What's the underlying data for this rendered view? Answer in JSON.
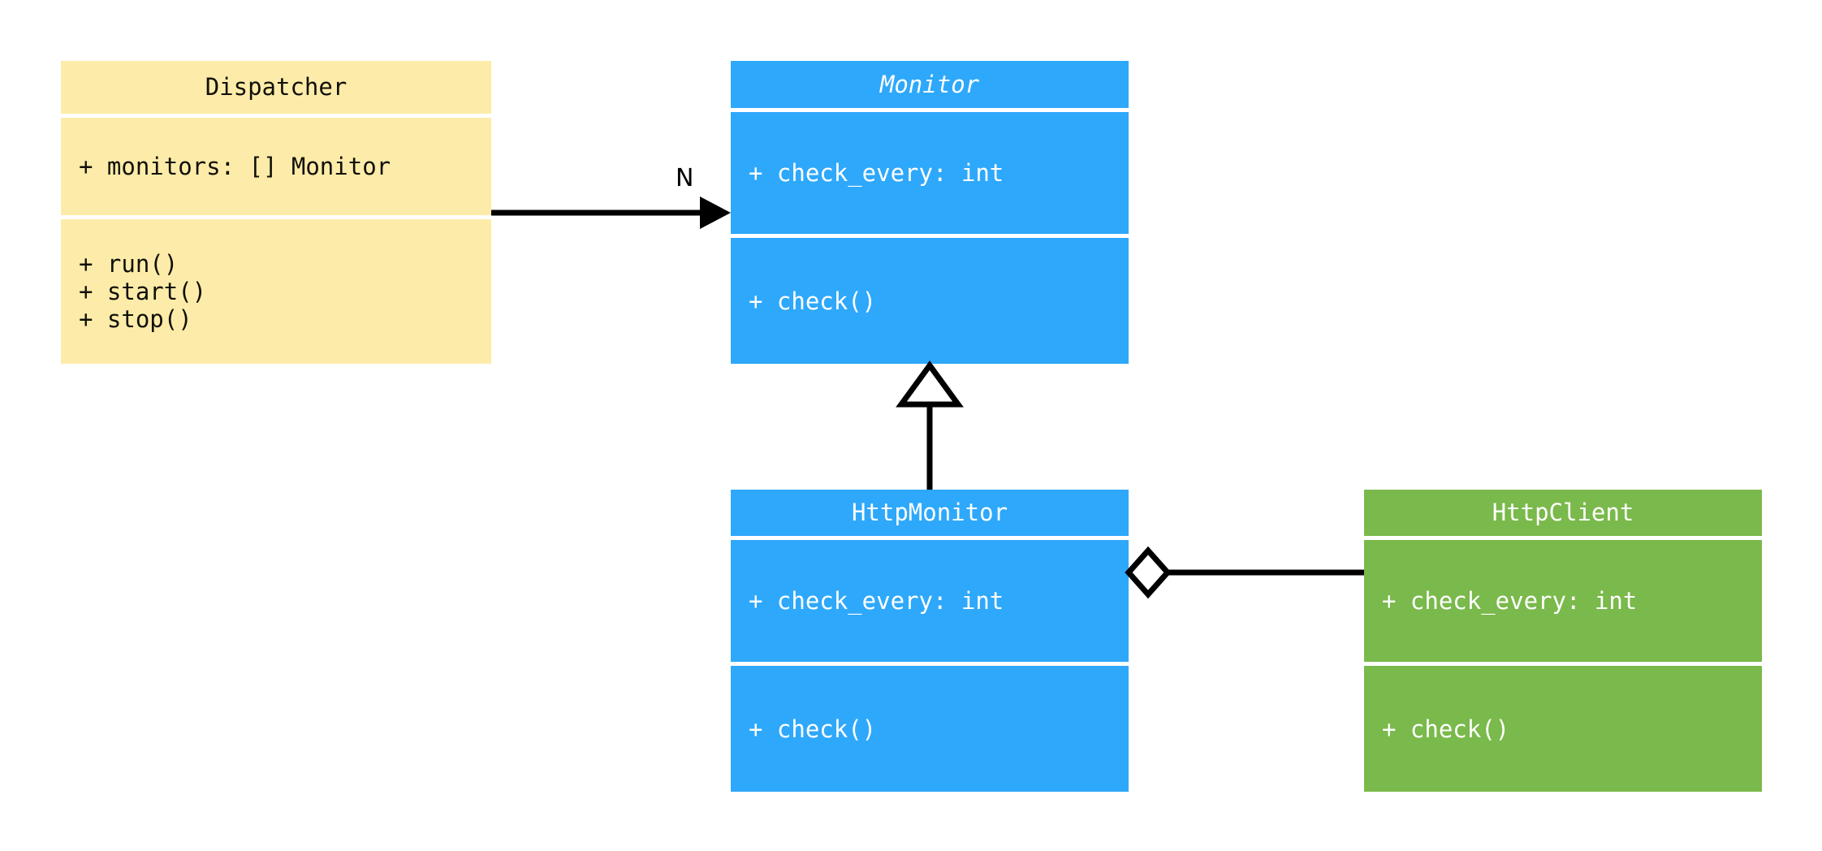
{
  "diagram": {
    "kind": "uml-class-diagram",
    "background": "#ffffff",
    "palette": {
      "yellow": "#fdeca9",
      "blue": "#2ea8fb",
      "green": "#7ab94b",
      "line": "#000000",
      "separator": "#ffffff",
      "dark_text": "#12100a",
      "light_text": "#ffffff"
    }
  },
  "classes": {
    "dispatcher": {
      "name": "Dispatcher",
      "abstract": false,
      "color": "#fdeca9",
      "attributes": [
        "+ monitors: [] Monitor"
      ],
      "methods": [
        "+ run()",
        "+ start()",
        "+ stop()"
      ]
    },
    "monitor": {
      "name": "Monitor",
      "abstract": true,
      "color": "#2ea8fb",
      "attributes": [
        "+ check_every: int"
      ],
      "methods": [
        "+ check()"
      ]
    },
    "http_monitor": {
      "name": "HttpMonitor",
      "abstract": false,
      "color": "#2ea8fb",
      "attributes": [
        "+ check_every: int"
      ],
      "methods": [
        "+ check()"
      ]
    },
    "http_client": {
      "name": "HttpClient",
      "abstract": false,
      "color": "#7ab94b",
      "attributes": [
        "+ check_every: int"
      ],
      "methods": [
        "+ check()"
      ]
    }
  },
  "relationships": {
    "dispatcher_to_monitor": {
      "type": "association",
      "arrow": "filled-triangle",
      "from": "Dispatcher",
      "to": "Monitor",
      "multiplicity_label": "N"
    },
    "http_monitor_to_monitor": {
      "type": "generalization",
      "arrow": "hollow-triangle",
      "from": "HttpMonitor",
      "to": "Monitor",
      "multiplicity_label": ""
    },
    "http_monitor_to_http_client": {
      "type": "aggregation",
      "arrow": "hollow-diamond",
      "from": "HttpMonitor",
      "to": "HttpClient",
      "multiplicity_label": ""
    }
  }
}
